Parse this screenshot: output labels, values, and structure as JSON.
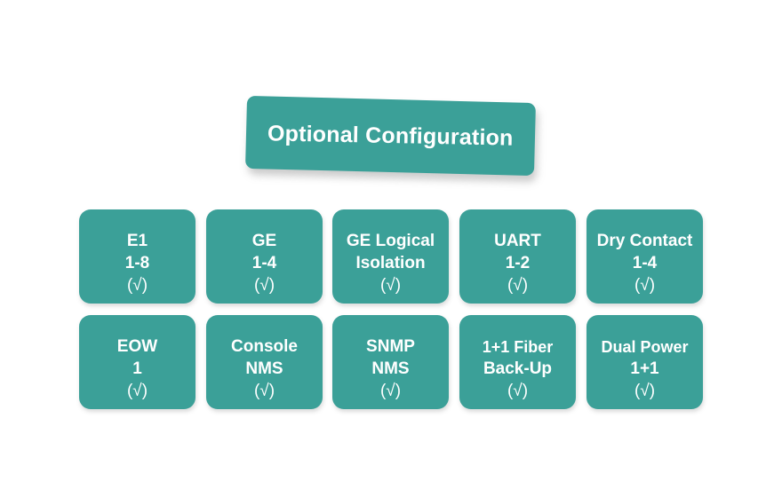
{
  "banner": {
    "title": "Optional Configuration",
    "color": "#3BA098",
    "text_color": "#FFFFFF"
  },
  "theme": {
    "accent": "#3BA098",
    "background": "#FFFFFF",
    "text_on_accent": "#FFFFFF"
  },
  "grid": {
    "columns": 5,
    "rows": 2,
    "tiles": [
      {
        "label": "E1",
        "value": "1-8",
        "check": "(√)"
      },
      {
        "label": "GE",
        "value": "1-4",
        "check": "(√)"
      },
      {
        "label": "GE Logical",
        "value": "Isolation",
        "check": "(√)"
      },
      {
        "label": "UART",
        "value": "1-2",
        "check": "(√)"
      },
      {
        "label": "Dry Contact",
        "value": "1-4",
        "check": "(√)"
      },
      {
        "label": "EOW",
        "value": "1",
        "check": "(√)"
      },
      {
        "label": "Console",
        "value": "NMS",
        "check": "(√)"
      },
      {
        "label": "SNMP",
        "value": "NMS",
        "check": "(√)"
      },
      {
        "label": "1+1 Fiber",
        "value": "Back-Up",
        "check": "(√)"
      },
      {
        "label": "Dual Power",
        "value": "1+1",
        "check": "(√)"
      }
    ]
  }
}
